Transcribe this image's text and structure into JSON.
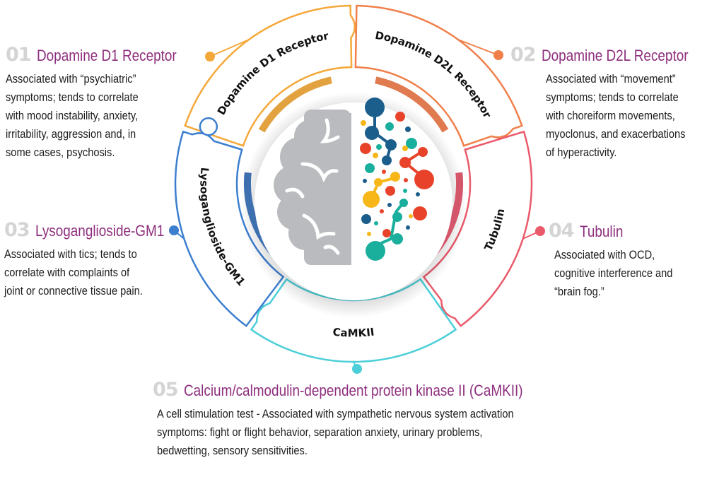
{
  "colors": {
    "title_purple": "#8e2f7e",
    "number_gray": "#d4d4d4",
    "d1_orange": "#f5a83a",
    "d2l_orange": "#f07f4a",
    "tubulin_red": "#ea5a6b",
    "camkii_cyan": "#4ccfd8",
    "lyso_blue": "#3d7fcf",
    "brain_gray": "#b9bbbe"
  },
  "segments": [
    {
      "id": "d1",
      "label": "Dopamine D1 Receptor",
      "color": "#f5a83a",
      "inner_color": "#e3a240"
    },
    {
      "id": "d2l",
      "label": "Dopamine D2L Receptor",
      "color": "#f07f4a",
      "inner_color": "#e07a4f"
    },
    {
      "id": "tubulin",
      "label": "Tubulin",
      "color": "#ea5a6b",
      "inner_color": "#d4566a"
    },
    {
      "id": "camkii",
      "label": "CaMKII",
      "color": "#4ccfd8",
      "inner_color": "#47b6bd"
    },
    {
      "id": "lyso",
      "label": "Lysoganglioside-GM1",
      "color": "#3d7fcf",
      "inner_color": "#3e6faf"
    }
  ],
  "items": [
    {
      "number": "01",
      "title": "Dopamine D1 Receptor",
      "lines": [
        "Associated with “psychiatric”",
        "symptoms; tends to correlate",
        "with mood instability, anxiety,",
        "irritability, aggression and, in",
        "some cases, psychosis."
      ]
    },
    {
      "number": "02",
      "title": "Dopamine D2L Receptor",
      "lines": [
        "Associated with “movement”",
        "symptoms; tends to correlate",
        "with choreiform movements,",
        "myoclonus, and exacerbations",
        "of hyperactivity."
      ]
    },
    {
      "number": "03",
      "title": "Lysoganglioside-GM1",
      "lines": [
        "Associated with tics; tends to",
        "correlate with complaints of",
        "joint or connective tissue pain."
      ]
    },
    {
      "number": "04",
      "title": "Tubulin",
      "lines": [
        "Associated with OCD,",
        "cognitive interference and",
        "“brain fog.”"
      ]
    },
    {
      "number": "05",
      "title": "Calcium/calmodulin-dependent protein kinase II (CaMKII)",
      "lines": [
        "A cell stimulation test - Associated with sympathetic nervous system activation",
        "symptoms: fight or flight behavior, separation anxiety, urinary problems,",
        "bedwetting, sensory sensitivities."
      ]
    }
  ],
  "center_icon": "brain-molecule-icon"
}
